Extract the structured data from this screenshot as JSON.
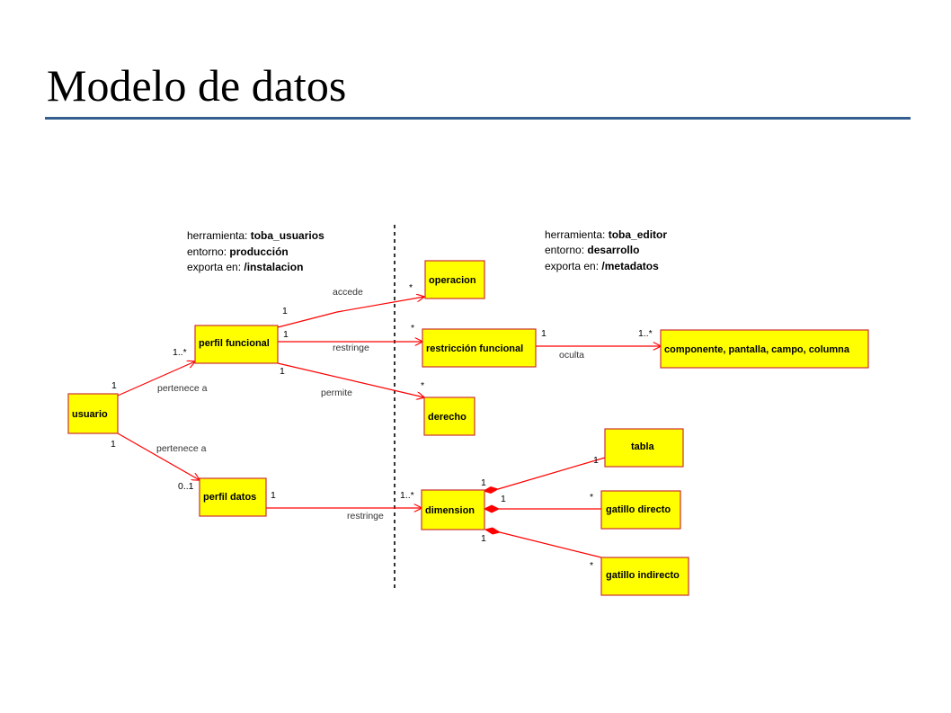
{
  "slide": {
    "title": "Modelo de datos",
    "rule_color": "#365f91"
  },
  "environments": {
    "left": {
      "lines": [
        {
          "label": "herramienta:",
          "value": "toba_usuarios"
        },
        {
          "label": "entorno:",
          "value": "producción"
        },
        {
          "label": "exporta en:",
          "value": "/instalacion"
        }
      ]
    },
    "right": {
      "lines": [
        {
          "label": "herramienta:",
          "value": "toba_editor"
        },
        {
          "label": "entorno:",
          "value": "desarrollo"
        },
        {
          "label": "exporta en:",
          "value": "/metadatos"
        }
      ]
    }
  },
  "entities": {
    "usuario": "usuario",
    "perfil_funcional": "perfil funcional",
    "perfil_datos": "perfil datos",
    "operacion": "operacion",
    "restriccion_funcional": "restricción funcional",
    "derecho": "derecho",
    "componente": "componente, pantalla, campo, columna",
    "tabla": "tabla",
    "dimension": "dimension",
    "gatillo_directo": "gatillo directo",
    "gatillo_indirecto": "gatillo indirecto"
  },
  "relations": {
    "usuario_perfil_funcional": {
      "label": "pertenece a",
      "from_mult": "1",
      "to_mult": "1..*"
    },
    "usuario_perfil_datos": {
      "label": "pertenece a",
      "from_mult": "1",
      "to_mult": "0..1"
    },
    "accede": {
      "label": "accede",
      "from_mult": "1",
      "to_mult": "*"
    },
    "restringe_funcional": {
      "label": "restringe",
      "from_mult": "1",
      "to_mult": "*"
    },
    "permite": {
      "label": "permite",
      "from_mult": "1",
      "to_mult": "*"
    },
    "oculta": {
      "label": "oculta",
      "from_mult": "1",
      "to_mult": "1..*"
    },
    "restringe_datos": {
      "label": "restringe",
      "from_mult": "1",
      "to_mult": "1..*"
    },
    "tabla_dimension": {
      "from_mult": "1",
      "to_mult": "1"
    },
    "gatillo_directo_dimension": {
      "from_mult": "*",
      "to_mult": "1"
    },
    "gatillo_indirecto_dimension": {
      "from_mult": "*",
      "to_mult": "1"
    }
  }
}
